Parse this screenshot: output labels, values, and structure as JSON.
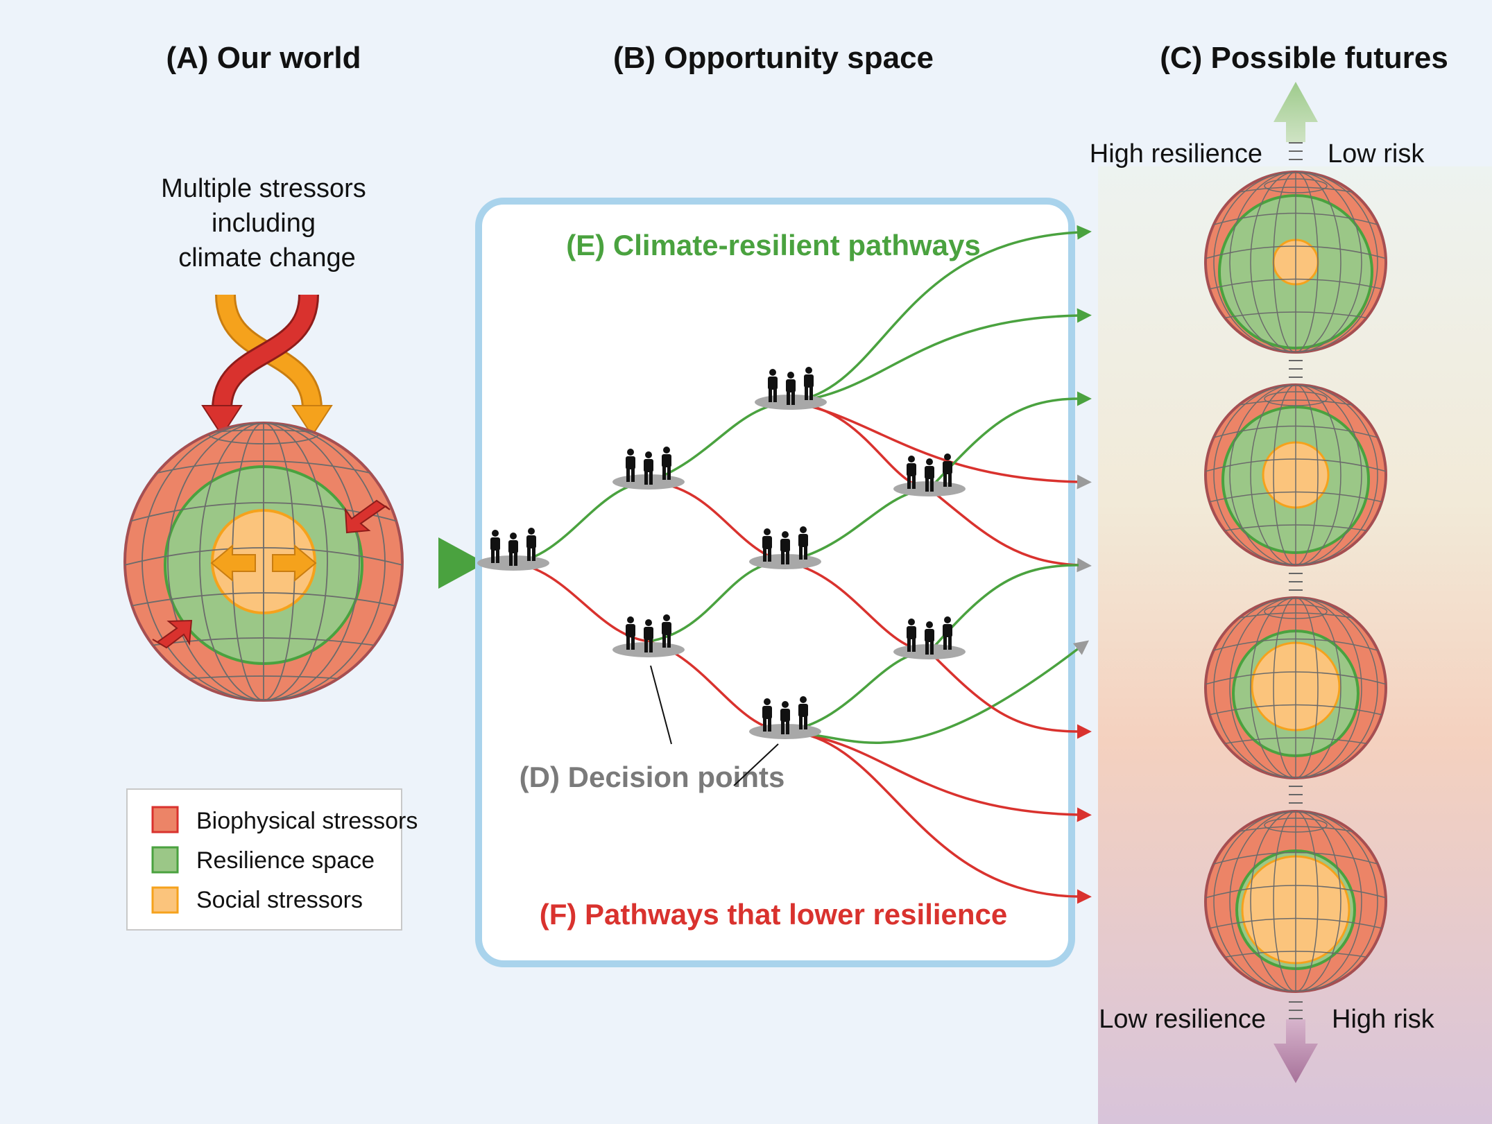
{
  "panels": {
    "a_title": "(A) Our world",
    "b_title": "(B) Opportunity space",
    "c_title": "(C) Possible futures"
  },
  "stressors_label": [
    "Multiple stressors",
    "including",
    "climate change"
  ],
  "pathways": {
    "resilient_label": "(E) Climate-resilient pathways",
    "lower_label": "(F) Pathways that lower resilience",
    "decision_label": "(D) Decision points"
  },
  "futures": {
    "top_left": "High resilience",
    "top_right": "Low risk",
    "bottom_left": "Low resilience",
    "bottom_right": "High risk"
  },
  "legend": [
    {
      "label": "Biophysical stressors",
      "fill": "#ec8467",
      "stroke": "#d9322e"
    },
    {
      "label": "Resilience space",
      "fill": "#9bc787",
      "stroke": "#4aa23f"
    },
    {
      "label": "Social stressors",
      "fill": "#fbc47c",
      "stroke": "#f5a21c"
    }
  ],
  "colors": {
    "green": "#4aa23f",
    "red": "#d9322e",
    "orange": "#f5a21c",
    "grey": "#9a9a9a",
    "frame": "#a9d3ec"
  },
  "icons": {
    "decision_point": "people-group-icon",
    "stressor_arrow": "curved-arrow-icon"
  }
}
